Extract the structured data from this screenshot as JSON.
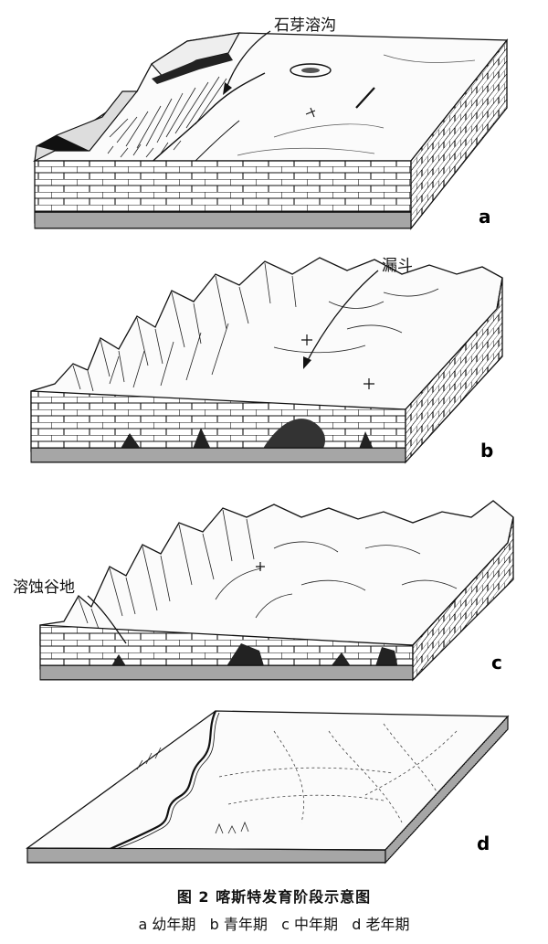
{
  "labels": {
    "lapies": "石芽溶沟",
    "funnel": "漏斗",
    "valley": "溶蚀谷地"
  },
  "panels": [
    "a",
    "b",
    "c",
    "d"
  ],
  "caption": {
    "title": "图 2   喀斯特发育阶段示意图",
    "stages": "a 幼年期   b 青年期   c 中年期   d 老年期"
  }
}
